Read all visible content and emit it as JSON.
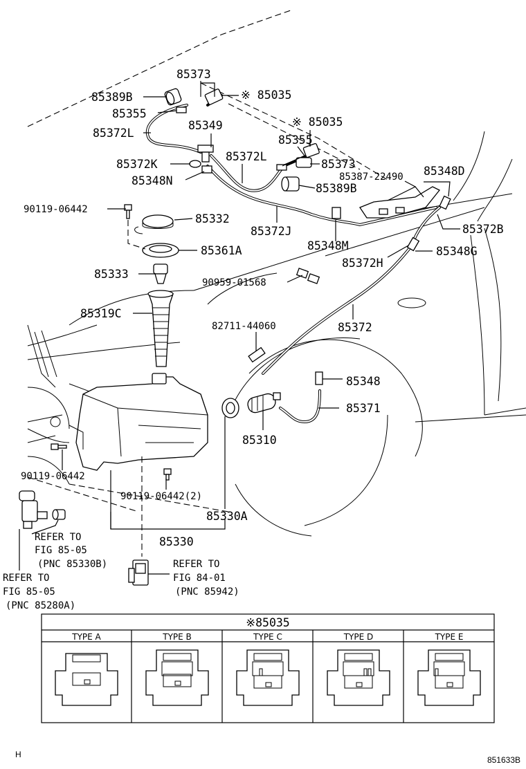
{
  "parts": {
    "p85373_top": "85373",
    "p85389b_top": "85389B",
    "p85035_top": "※ 85035",
    "p85355_left": "85355",
    "p85372l_left": "85372L",
    "p85349": "85349",
    "p85035_mid": "※ 85035",
    "p85355_mid": "85355",
    "p85372k": "85372K",
    "p85372l_mid": "85372L",
    "p85373_mid": "85373",
    "p85348n": "85348N",
    "p85389b_mid": "85389B",
    "p85387": "85387-22490",
    "p85348d": "85348D",
    "p90119_top": "90119-06442",
    "p85332": "85332",
    "p85372j": "85372J",
    "p85372b": "85372B",
    "p85361a": "85361A",
    "p85348m": "85348M",
    "p85348g": "85348G",
    "p85372h": "85372H",
    "p85333": "85333",
    "p90959": "90959-01568",
    "p85319c": "85319C",
    "p85372": "85372",
    "p82711": "82711-44060",
    "p85348": "85348",
    "p85371": "85371",
    "p85310": "85310",
    "p90119_left": "90119-06442",
    "p90119_2": "90119-06442(2)",
    "p85330a": "85330A",
    "p85330": "85330"
  },
  "refs": {
    "ref1": [
      "REFER TO",
      "FIG 85-05",
      "(PNC 85330B)"
    ],
    "ref2": [
      "REFER TO",
      "FIG 84-01",
      "(PNC 85942)"
    ],
    "ref3": [
      "REFER TO",
      "FIG 85-05",
      "(PNC 85280A)"
    ]
  },
  "table": {
    "title": "※85035",
    "types": [
      "TYPE A",
      "TYPE B",
      "TYPE C",
      "TYPE D",
      "TYPE E"
    ]
  },
  "footer": {
    "left": "H",
    "right": "851633B"
  }
}
